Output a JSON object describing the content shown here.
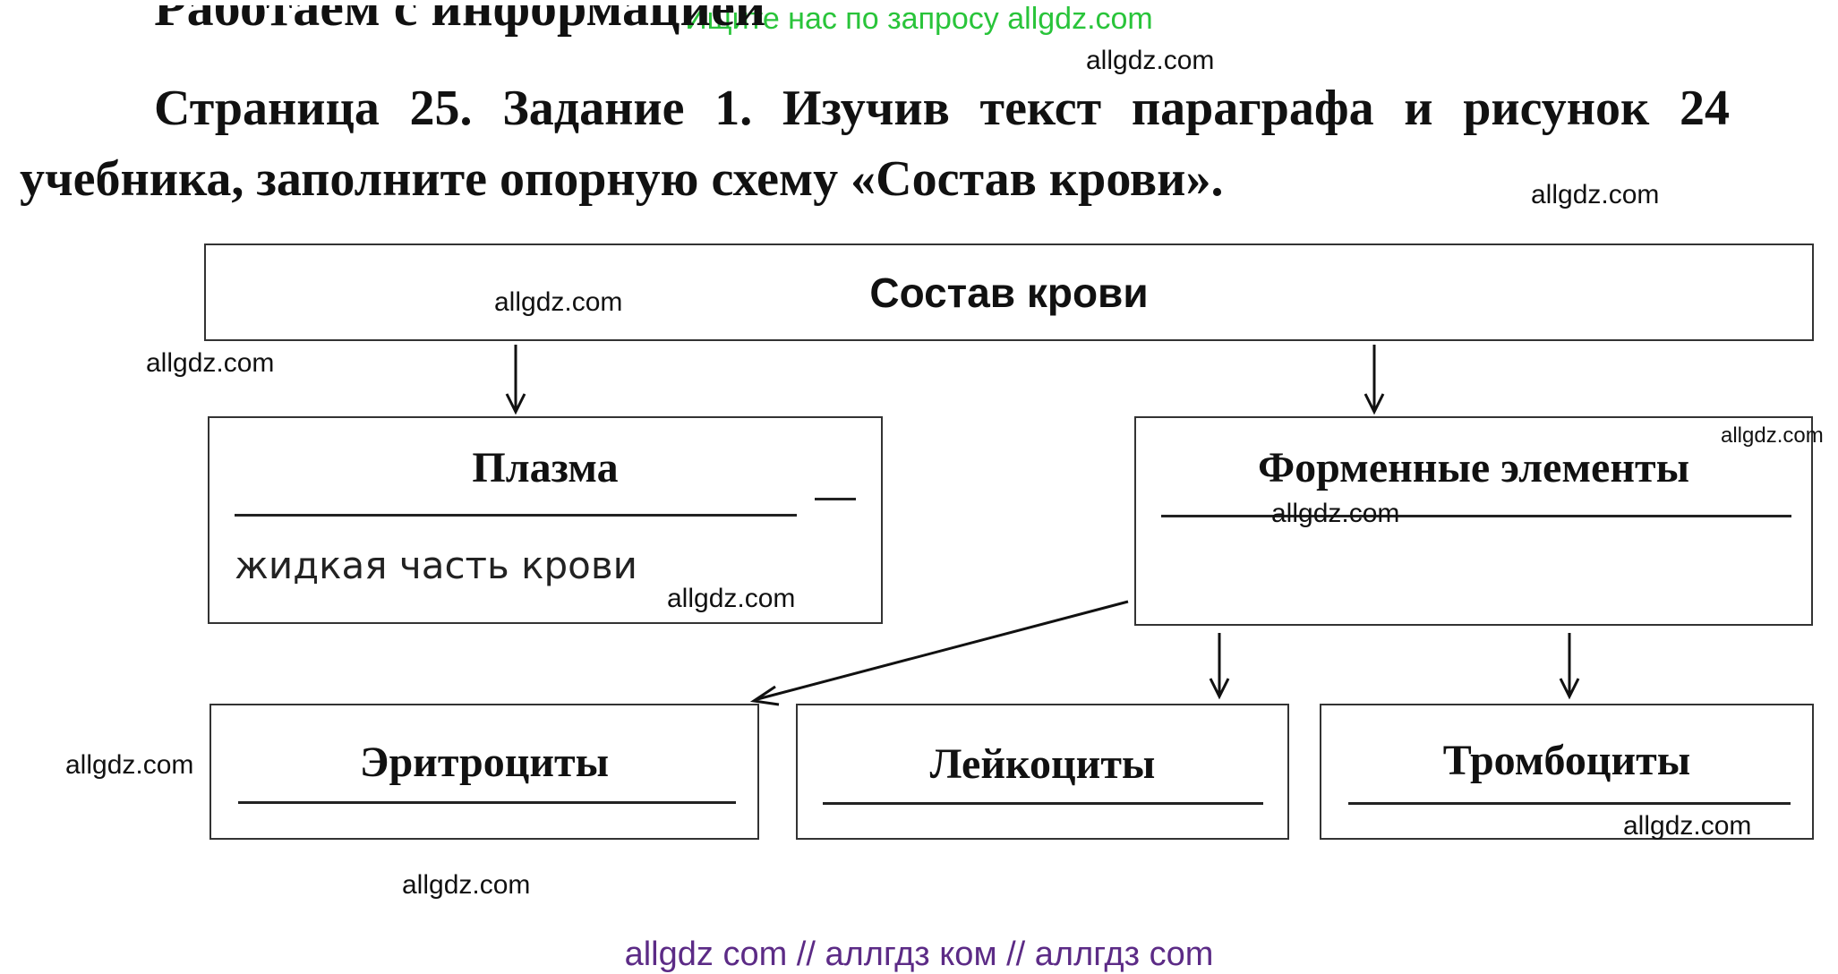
{
  "banner": {
    "text": "Ищите нас по запросу allgdz.com",
    "color": "#29c43a"
  },
  "heading_cut": "Работаем с информацией",
  "task": {
    "line1": "Страница 25. Задание 1. Изучив текст параграфа и рисунок 24",
    "line2": "учебника, заполните опорную схему «Состав крови»."
  },
  "diagram": {
    "root": {
      "label": "Состав крови"
    },
    "plasma": {
      "title": "Плазма",
      "dash": "—",
      "answer": "жидкая часть крови"
    },
    "formed": {
      "title": "Форменные элементы"
    },
    "cells": [
      {
        "title": "Эритроциты"
      },
      {
        "title": "Лейкоциты"
      },
      {
        "title": "Тромбоциты"
      }
    ]
  },
  "watermarks": {
    "text": "allgdz.com",
    "color": "#111111"
  },
  "footer": {
    "text": "allgdz com  //  аллгдз ком  //  аллгдз com",
    "color": "#5c2b86"
  }
}
